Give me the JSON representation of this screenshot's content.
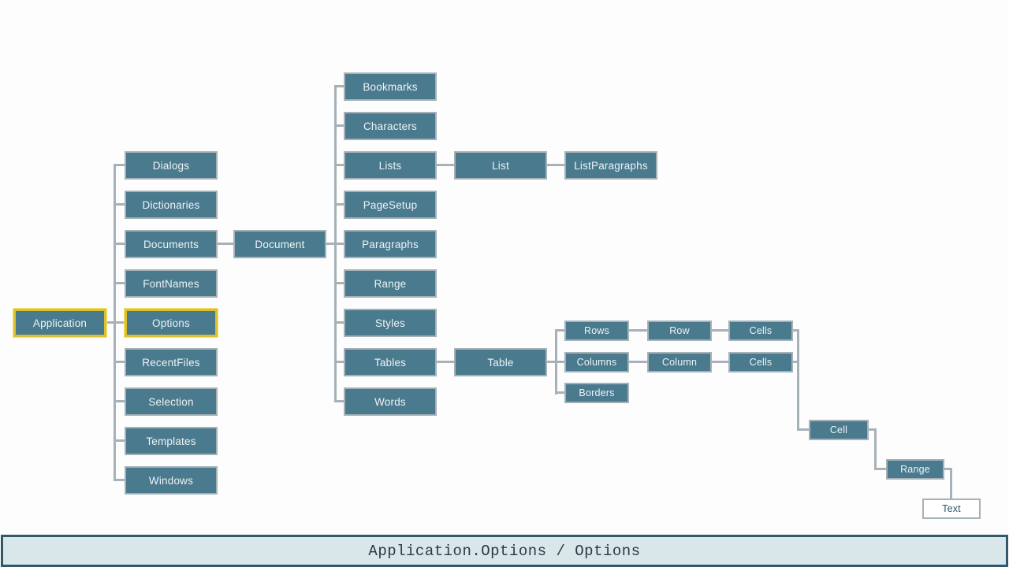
{
  "diagram": {
    "nodes": {
      "application": {
        "label": "Application"
      },
      "dialogs": {
        "label": "Dialogs"
      },
      "dictionaries": {
        "label": "Dictionaries"
      },
      "documents": {
        "label": "Documents"
      },
      "fontnames": {
        "label": "FontNames"
      },
      "options": {
        "label": "Options"
      },
      "recentfiles": {
        "label": "RecentFiles"
      },
      "selection": {
        "label": "Selection"
      },
      "templates": {
        "label": "Templates"
      },
      "windows": {
        "label": "Windows"
      },
      "document": {
        "label": "Document"
      },
      "bookmarks": {
        "label": "Bookmarks"
      },
      "characters": {
        "label": "Characters"
      },
      "lists": {
        "label": "Lists"
      },
      "pagesetup": {
        "label": "PageSetup"
      },
      "paragraphs": {
        "label": "Paragraphs"
      },
      "range": {
        "label": "Range"
      },
      "styles": {
        "label": "Styles"
      },
      "tables": {
        "label": "Tables"
      },
      "words": {
        "label": "Words"
      },
      "list": {
        "label": "List"
      },
      "listparagraphs": {
        "label": "ListParagraphs"
      },
      "table": {
        "label": "Table"
      },
      "rows": {
        "label": "Rows"
      },
      "row": {
        "label": "Row"
      },
      "cells_row": {
        "label": "Cells"
      },
      "columns": {
        "label": "Columns"
      },
      "column": {
        "label": "Column"
      },
      "cells_column": {
        "label": "Cells"
      },
      "borders": {
        "label": "Borders"
      },
      "cell": {
        "label": "Cell"
      },
      "cell_range": {
        "label": "Range"
      },
      "text": {
        "label": "Text"
      }
    },
    "highlighted_nodes": [
      "Application",
      "Options"
    ]
  },
  "statusbar": {
    "text": "Application.Options / Options"
  },
  "colors": {
    "background": "#fdfdfd",
    "node_fill": "#4a7a8e",
    "node_border": "#a6b1b8",
    "node_text": "#eef4f6",
    "highlight_border": "#dcc12b",
    "connector": "#a6b1b8",
    "leaf_fill": "#ffffff",
    "leaf_text": "#2f5568",
    "statusbar_bg": "#d9e6ea",
    "statusbar_border": "#32596b",
    "statusbar_text": "#2b3a46"
  }
}
